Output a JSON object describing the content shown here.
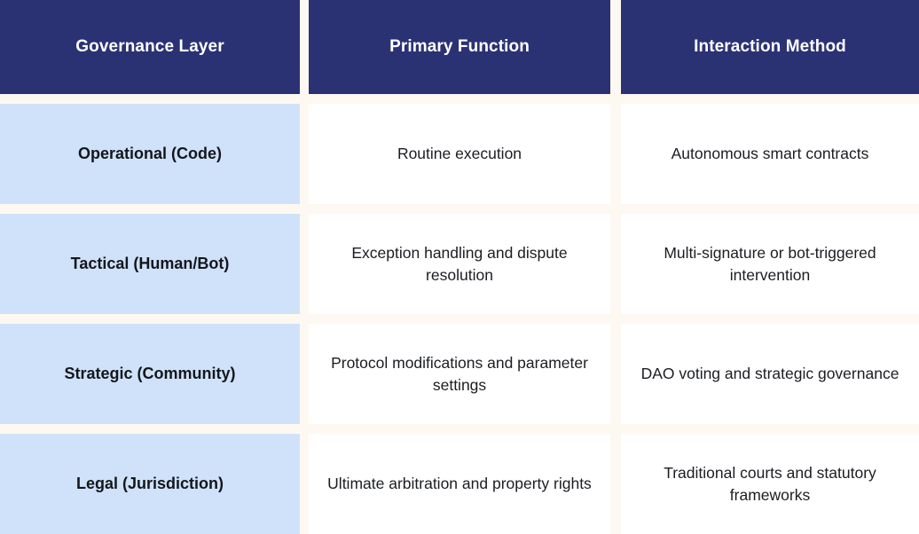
{
  "table": {
    "columns": [
      {
        "key": "governance_layer",
        "header": "Governance Layer"
      },
      {
        "key": "primary_function",
        "header": "Primary Function"
      },
      {
        "key": "interaction_method",
        "header": "Interaction Method"
      }
    ],
    "rows": [
      {
        "governance_layer": "Operational (Code)",
        "primary_function": "Routine execution",
        "interaction_method": "Autonomous smart contracts"
      },
      {
        "governance_layer": "Tactical (Human/Bot)",
        "primary_function": "Exception handling and dispute resolution",
        "interaction_method": "Multi-signature or bot-triggered intervention"
      },
      {
        "governance_layer": "Strategic (Community)",
        "primary_function": "Protocol modifications and parameter settings",
        "interaction_method": "DAO voting and strategic governance"
      },
      {
        "governance_layer": "Legal (Jurisdiction)",
        "primary_function": "Ultimate arbitration and property rights",
        "interaction_method": "Traditional courts and statutory frameworks"
      }
    ]
  },
  "colors": {
    "header_background": "#2b3274",
    "header_text": "#ffffff",
    "first_column_background": "#cfe2fa",
    "body_cell_background": "#ffffff",
    "page_background": "#fdf8f1",
    "body_text": "#1b1d21"
  }
}
